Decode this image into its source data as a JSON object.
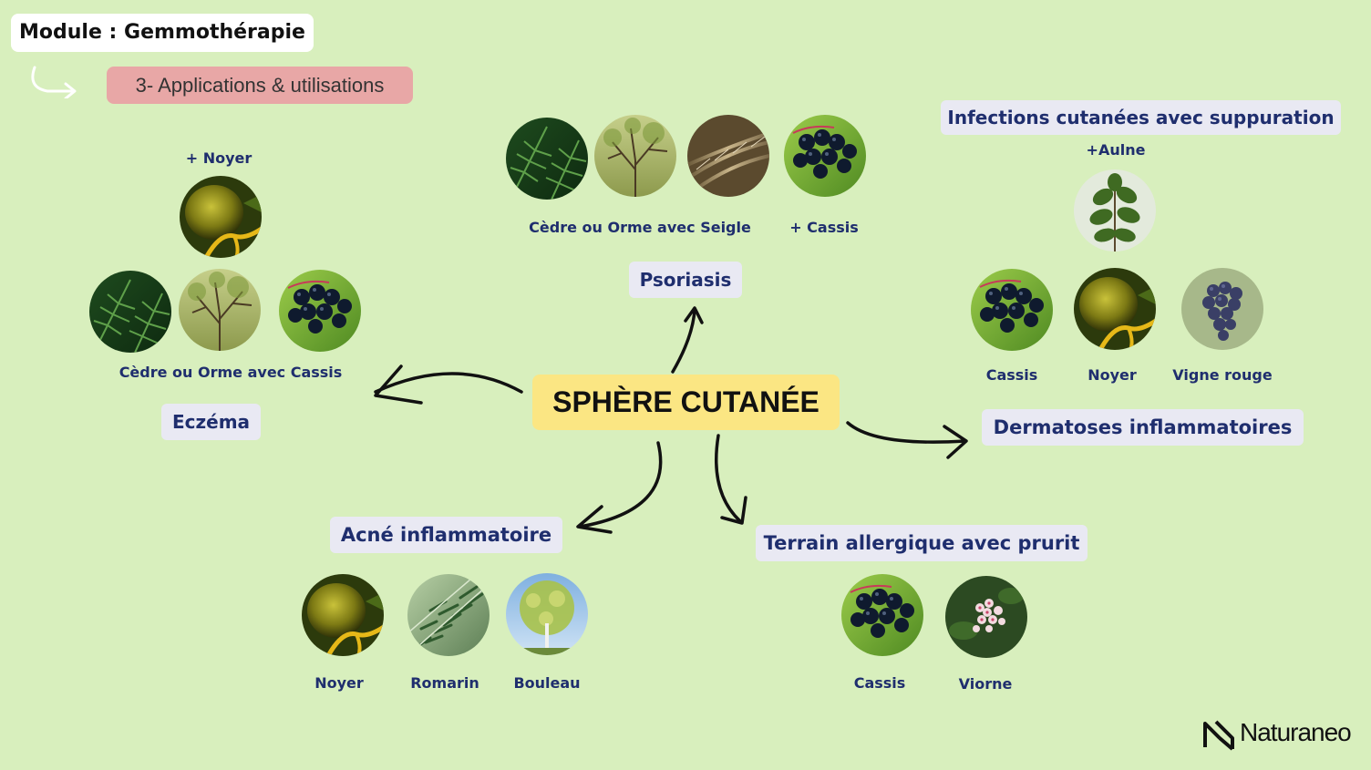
{
  "module_label": "Module : Gemmothérapie",
  "section_label": "3- Applications & utilisations",
  "center_label": "SPHÈRE CUTANÉE",
  "colors": {
    "background": "#d8efbd",
    "center_box": "#fbe683",
    "section_box": "#e8a7a6",
    "category_box": "#e9e9f3",
    "category_text": "#1f2e6e"
  },
  "eczema": {
    "title": "Eczéma",
    "extra_label": "+ Noyer",
    "plants_label": "Cèdre ou Orme avec Cassis",
    "plants": [
      "cedar-image",
      "elm-image",
      "blackcurrant-image",
      "walnut-image"
    ]
  },
  "psoriasis": {
    "title": "Psoriasis",
    "plants_label": "Cèdre ou Orme avec Seigle",
    "extra_label": "+ Cassis",
    "plants": [
      "cedar-image",
      "elm-image",
      "rye-image",
      "blackcurrant-image"
    ]
  },
  "infections": {
    "title": "Infections cutanées avec suppuration",
    "extra_label": "+Aulne",
    "plants": [
      "alder-image"
    ]
  },
  "dermatoses": {
    "title": "Dermatoses inflammatoires",
    "plant_labels": [
      "Cassis",
      "Noyer",
      "Vigne rouge"
    ],
    "plants": [
      "blackcurrant-image",
      "walnut-image",
      "red-vine-image"
    ]
  },
  "acne": {
    "title": "Acné inflammatoire",
    "plant_labels": [
      "Noyer",
      "Romarin",
      "Bouleau"
    ],
    "plants": [
      "walnut-image",
      "rosemary-image",
      "birch-image"
    ]
  },
  "allergy": {
    "title": "Terrain allergique avec prurit",
    "plant_labels": [
      "Cassis",
      "Viorne"
    ],
    "plants": [
      "blackcurrant-image",
      "viburnum-image"
    ]
  },
  "brand": "Naturaneo"
}
